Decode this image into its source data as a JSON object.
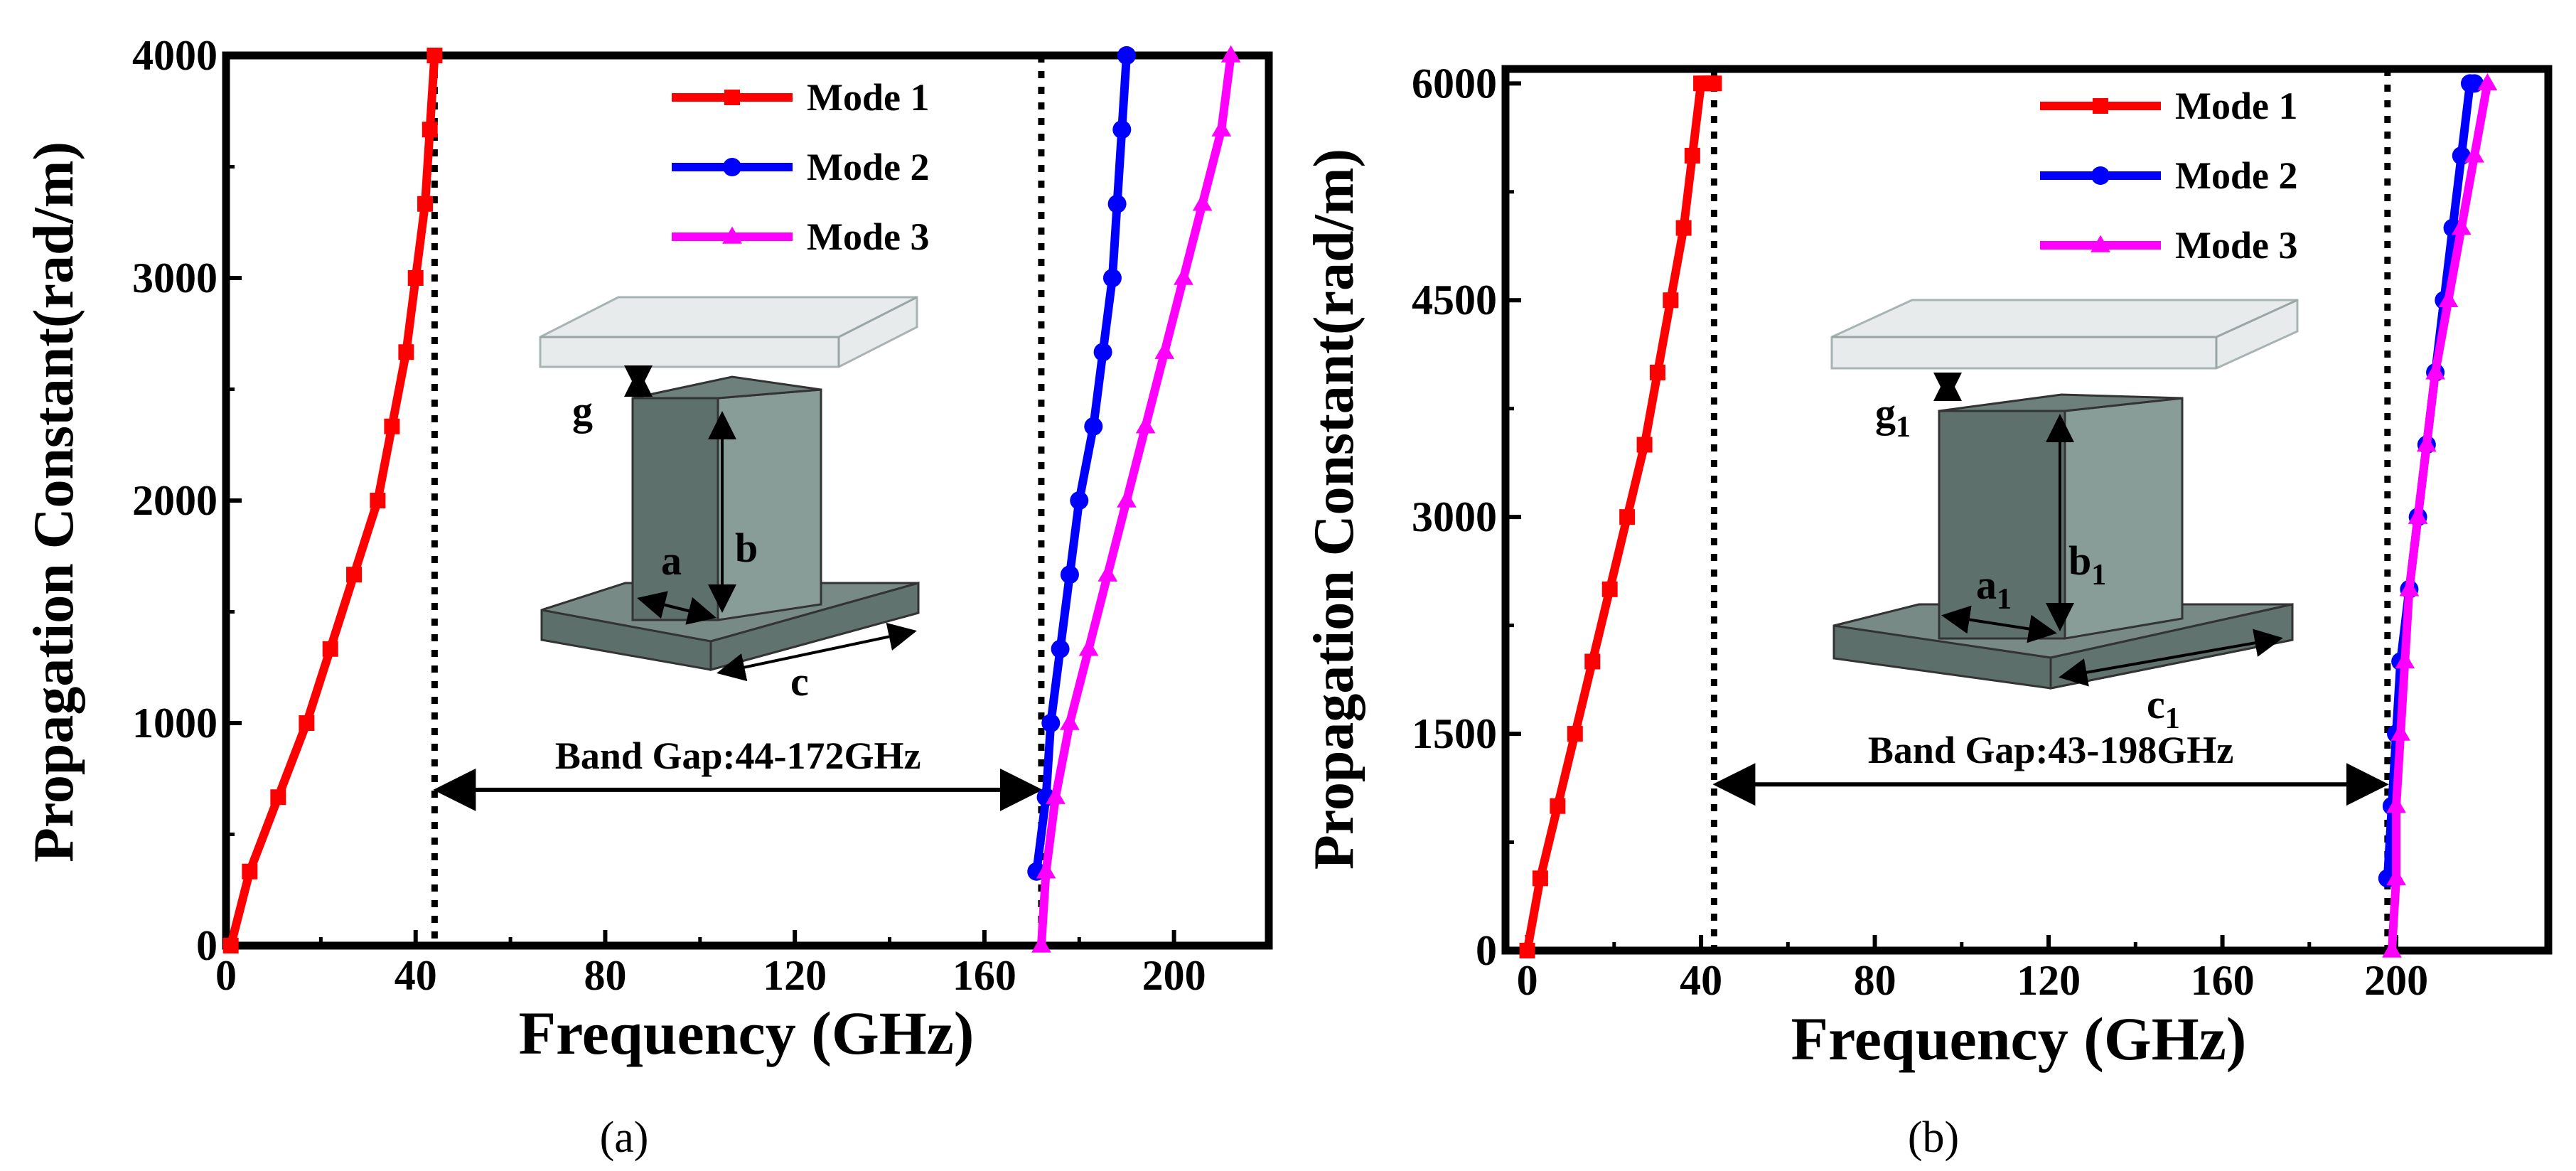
{
  "chart_data": [
    {
      "type": "line",
      "panel_label": "(a)",
      "xlabel": "Frequency (GHz)",
      "ylabel": "Propagation Constant(rad/m)",
      "xlim": [
        0,
        220
      ],
      "ylim": [
        0,
        4000
      ],
      "xticks": [
        0,
        40,
        80,
        120,
        160,
        200
      ],
      "yticks": [
        0,
        1000,
        2000,
        3000,
        4000
      ],
      "legend_position": "top-right",
      "series": [
        {
          "name": "Mode 1",
          "color": "#ff0000",
          "marker": "square",
          "x": [
            1,
            5,
            11,
            17,
            22,
            27,
            32,
            35,
            38,
            40,
            42,
            43,
            44
          ],
          "y": [
            0,
            333,
            667,
            1000,
            1333,
            1667,
            2000,
            2333,
            2667,
            3000,
            3333,
            3667,
            4000
          ]
        },
        {
          "name": "Mode 2",
          "color": "#0000ff",
          "marker": "circle",
          "x": [
            171,
            173,
            174,
            176,
            178,
            180,
            183,
            185,
            187,
            188,
            189,
            190,
            190
          ],
          "y": [
            333,
            667,
            1000,
            1333,
            1667,
            2000,
            2333,
            2667,
            3000,
            3333,
            3667,
            4000,
            4000
          ]
        },
        {
          "name": "Mode 3",
          "color": "#ff00ff",
          "marker": "triangle",
          "x": [
            172,
            173,
            175,
            178,
            182,
            186,
            190,
            194,
            198,
            202,
            206,
            210,
            212
          ],
          "y": [
            0,
            333,
            667,
            1000,
            1333,
            1667,
            2000,
            2333,
            2667,
            3000,
            3333,
            3667,
            4000
          ]
        }
      ],
      "dotted_lines_x": [
        44,
        172
      ],
      "annotation": {
        "text": "Band Gap:44-172GHz",
        "x1": 44,
        "x2": 172,
        "y": 700
      },
      "inset_labels": [
        "g",
        "a",
        "b",
        "c"
      ]
    },
    {
      "type": "line",
      "panel_label": "(b)",
      "xlabel": "Frequency (GHz)",
      "ylabel": "Propagation Constant(rad/m)",
      "xlim": [
        -5,
        235
      ],
      "ylim": [
        0,
        6100
      ],
      "xticks": [
        0,
        40,
        80,
        120,
        160,
        200
      ],
      "yticks": [
        0,
        1500,
        3000,
        4500,
        6000
      ],
      "legend_position": "top-right",
      "series": [
        {
          "name": "Mode 1",
          "color": "#ff0000",
          "marker": "square",
          "x": [
            0,
            3,
            7,
            11,
            15,
            19,
            23,
            27,
            30,
            33,
            36,
            38,
            40,
            41,
            42,
            43
          ],
          "y": [
            0,
            500,
            1000,
            1500,
            2000,
            2500,
            3000,
            3500,
            4000,
            4500,
            5000,
            5500,
            6000,
            6000,
            6000,
            6000
          ]
        },
        {
          "name": "Mode 2",
          "color": "#0000ff",
          "marker": "circle",
          "x": [
            198,
            199,
            200,
            201,
            203,
            205,
            207,
            209,
            211,
            213,
            215,
            217,
            218
          ],
          "y": [
            500,
            1000,
            1500,
            2000,
            2500,
            3000,
            3500,
            4000,
            4500,
            5000,
            5500,
            6000,
            6000
          ]
        },
        {
          "name": "Mode 3",
          "color": "#ff00ff",
          "marker": "triangle",
          "x": [
            199,
            200,
            200,
            201,
            202,
            203,
            205,
            207,
            209,
            212,
            215,
            218,
            221
          ],
          "y": [
            0,
            500,
            1000,
            1500,
            2000,
            2500,
            3000,
            3500,
            4000,
            4500,
            5000,
            5500,
            6000
          ]
        }
      ],
      "dotted_lines_x": [
        43,
        198
      ],
      "annotation": {
        "text": "Band Gap:43-198GHz",
        "x1": 43,
        "x2": 198,
        "y": 1150
      },
      "inset_labels": [
        "g1",
        "a1",
        "b1",
        "c1"
      ]
    }
  ]
}
